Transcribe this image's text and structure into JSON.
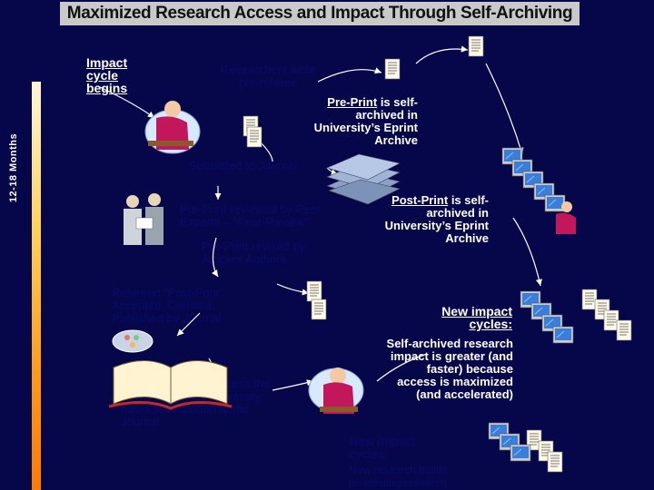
{
  "title": "Maximized Research Access and Impact Through Self-Archiving",
  "side_label": "12-18 Months",
  "labels": {
    "impact_begins": "Impact cycle begins",
    "researchers_write": "Researchers write pre-referee",
    "preprint_title": "Pre-Print",
    "preprint_self": "is self-archived in University’s Eprint Archive",
    "submitted": "Submitted to Journal",
    "reviewed": "Pre-Print reviewed by Peer Experts – “Peer-Review”",
    "revised": "Pre-Print revised by Article’s Authors",
    "postprint_title": "Post-Print",
    "postprint_self": "is self-archived in University’s Eprint Archive",
    "refereed": "Refereed “Post-Print” Accepted, Certified, Published by Journal",
    "new_impact_title": "New impact cycles:",
    "new_impact_body": "Self-archived research impact is greater (and faster) because access is maximized (and accelerated)",
    "access": "Researchers can access the Post-Print if their university has a subscription to the Journal",
    "new_impact_title_2": "New impact cycles:",
    "new_impact_body_2": "New research builds on existing research"
  },
  "colors": {
    "background": "#06074a",
    "title_bar": "#c9c9c9",
    "dim_text": "#080a60",
    "bright_text": "#ffffff",
    "person": "#c2185b",
    "gradient_bar": "#ff9c1a"
  },
  "icons": [
    "document-icon",
    "researcher-icon",
    "stack-of-papers-icon",
    "computer-lab-icon",
    "peer-reviewers-icon",
    "open-book-icon",
    "reader-icon"
  ]
}
